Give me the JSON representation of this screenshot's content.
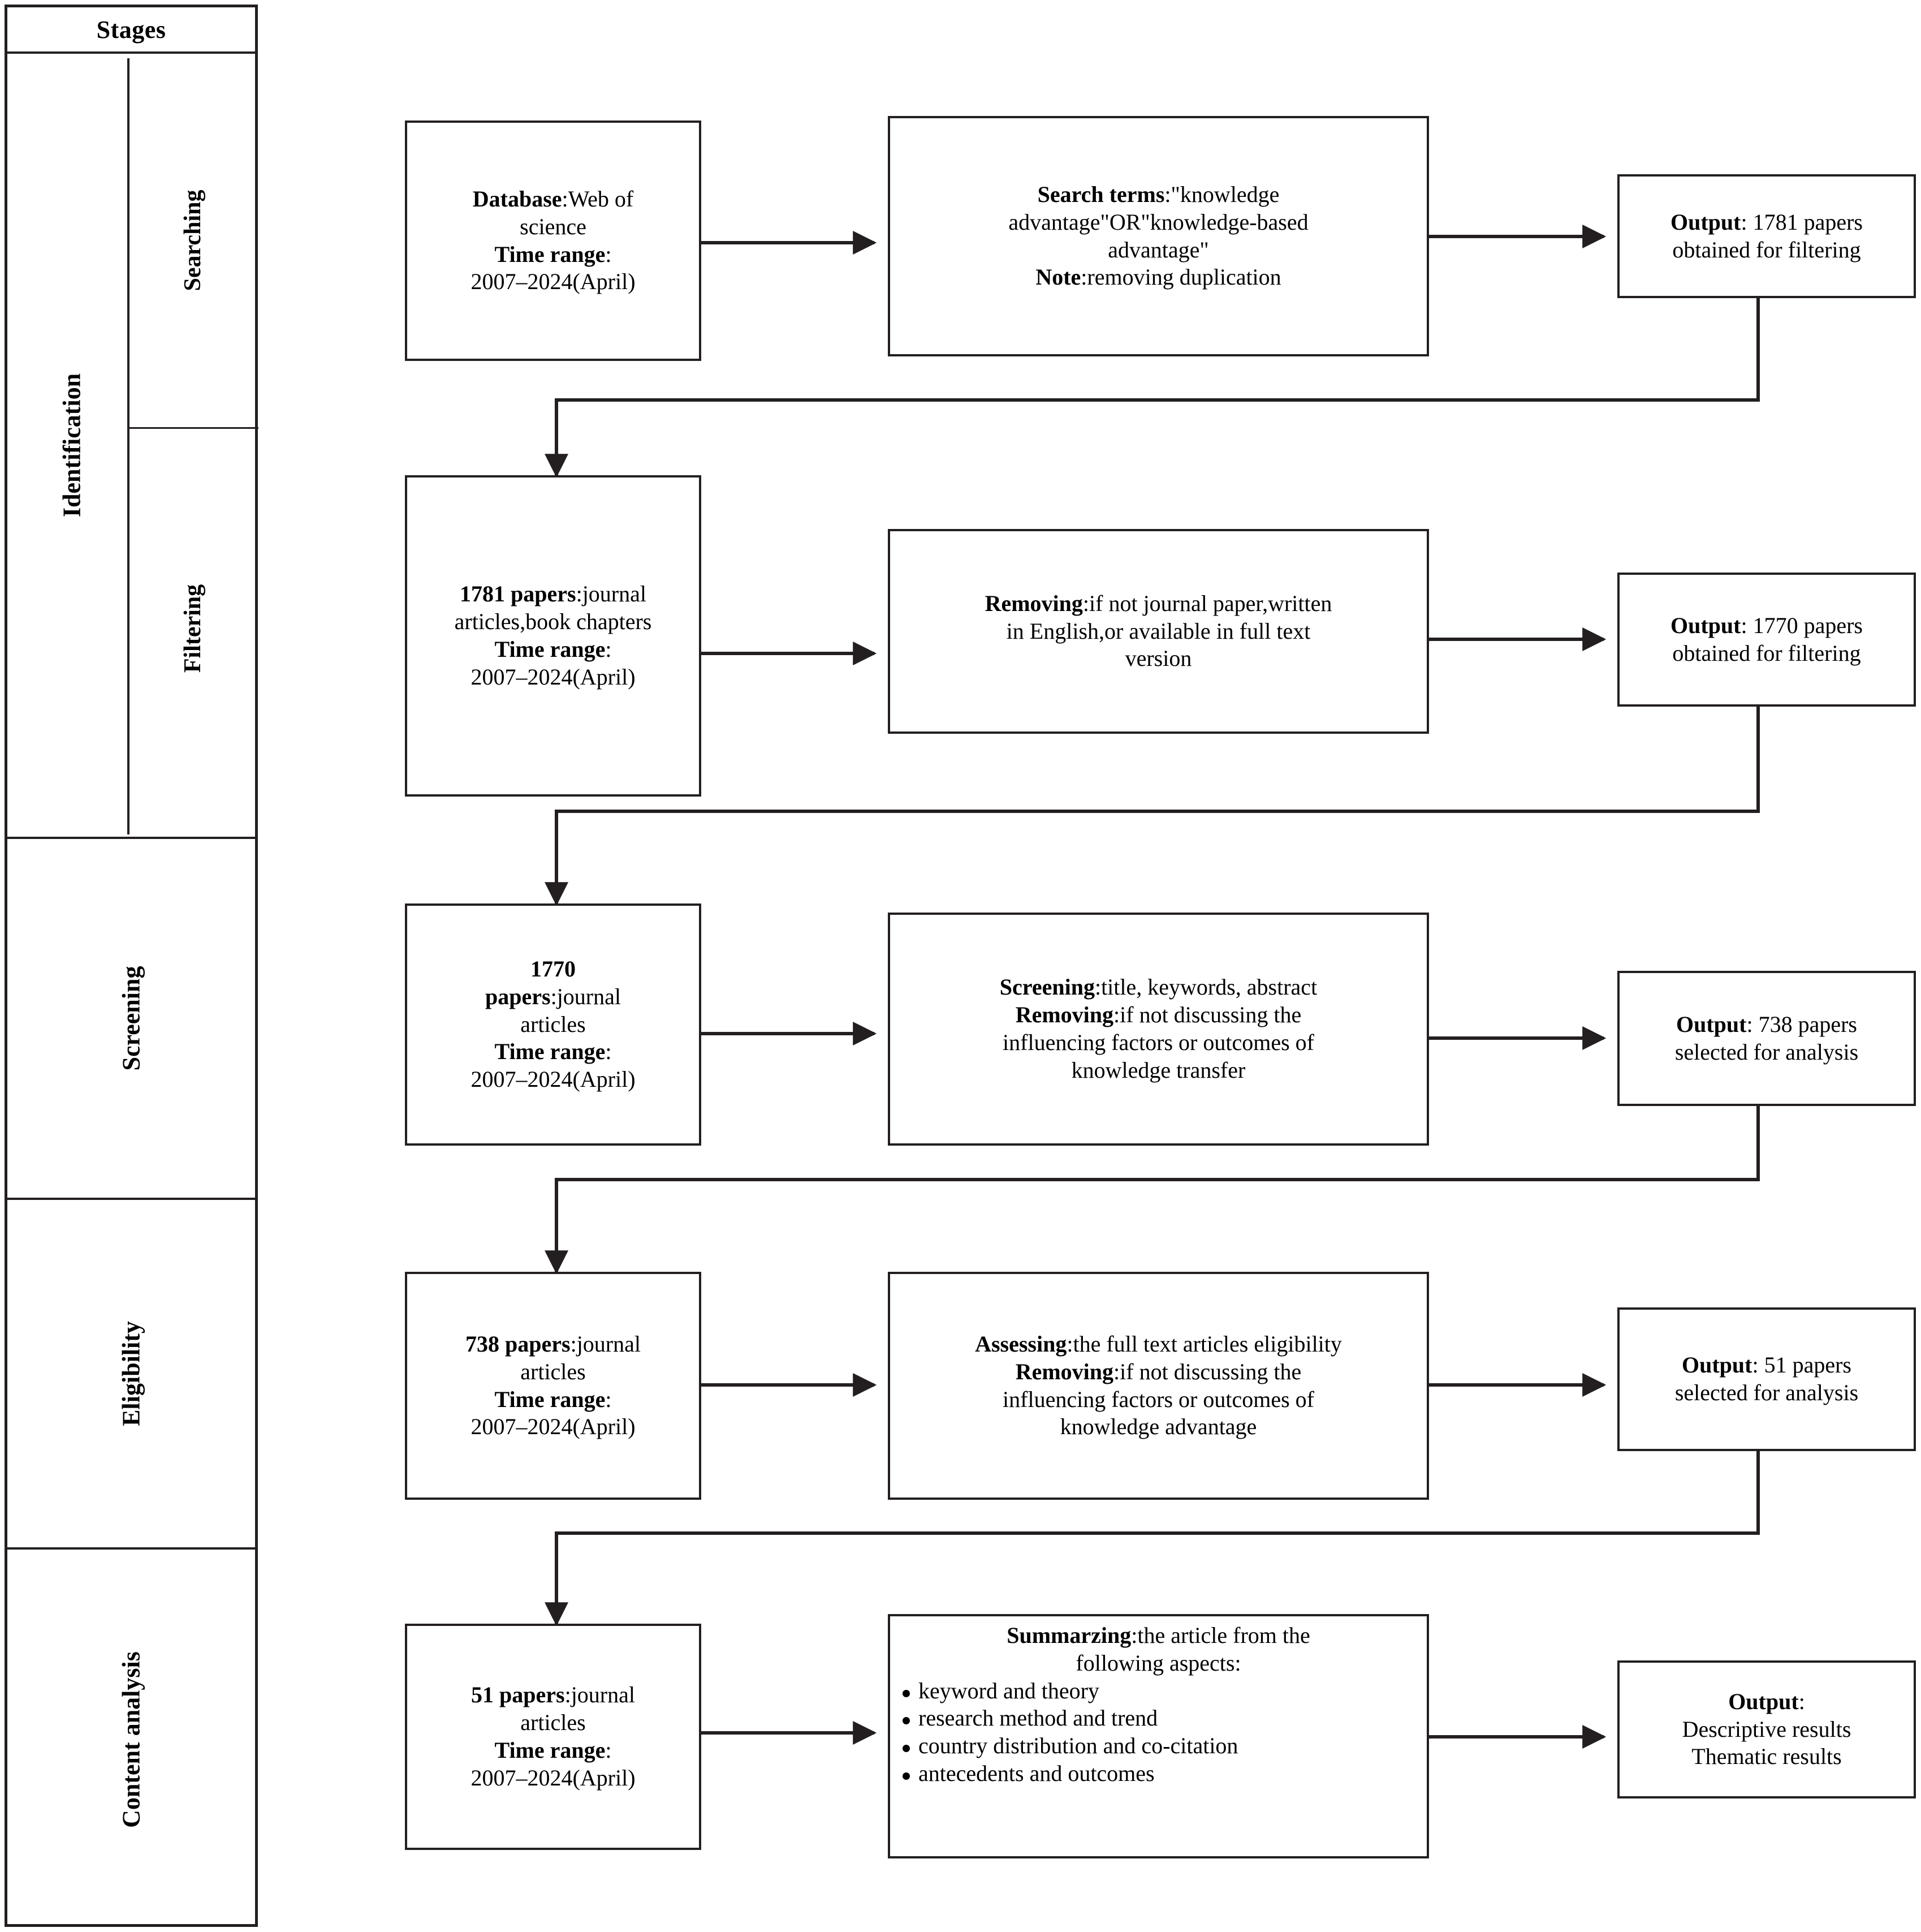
{
  "stages_panel": {
    "header": "Stages",
    "rows": [
      {
        "label": "Identification",
        "substages": [
          "Searching",
          "Filtering"
        ]
      },
      {
        "label": "Screening",
        "substages": []
      },
      {
        "label": "Eligibility",
        "substages": []
      },
      {
        "label": "Content analysis",
        "substages": []
      }
    ]
  },
  "flow": {
    "searching": {
      "source": {
        "lines": [
          {
            "bold": "Database",
            "rest": ":Web of"
          },
          {
            "bold": "",
            "rest": "science"
          },
          {
            "bold": "Time range",
            "rest": ":"
          },
          {
            "bold": "",
            "rest": "2007–2024(April)"
          }
        ]
      },
      "process": {
        "lines": [
          {
            "bold": "Search terms",
            "rest": ":\"knowledge"
          },
          {
            "bold": "",
            "rest": "advantage\"OR\"knowledge-based"
          },
          {
            "bold": "",
            "rest": "advantage\""
          },
          {
            "bold": "Note",
            "rest": ":removing duplication"
          }
        ]
      },
      "output": {
        "lines": [
          {
            "bold": "Output",
            "rest": ": 1781 papers"
          },
          {
            "bold": "",
            "rest": "obtained for filtering"
          }
        ]
      }
    },
    "filtering": {
      "source": {
        "lines": [
          {
            "bold": "1781 papers",
            "rest": ":journal"
          },
          {
            "bold": "",
            "rest": "articles,book chapters"
          },
          {
            "bold": "Time range",
            "rest": ":"
          },
          {
            "bold": "",
            "rest": "2007–2024(April)"
          }
        ]
      },
      "process": {
        "lines": [
          {
            "bold": "Removing",
            "rest": ":if not journal paper,written"
          },
          {
            "bold": "",
            "rest": "in English,or available in full text"
          },
          {
            "bold": "",
            "rest": "version"
          }
        ]
      },
      "output": {
        "lines": [
          {
            "bold": "Output",
            "rest": ": 1770 papers"
          },
          {
            "bold": "",
            "rest": "obtained for filtering"
          }
        ]
      }
    },
    "screening": {
      "source": {
        "lines": [
          {
            "bold": "1770",
            "rest": ""
          },
          {
            "bold": "papers",
            "rest": ":journal"
          },
          {
            "bold": "",
            "rest": "articles"
          },
          {
            "bold": "Time range",
            "rest": ":"
          },
          {
            "bold": "",
            "rest": "2007–2024(April)"
          }
        ]
      },
      "process": {
        "lines": [
          {
            "bold": "Screening",
            "rest": ":title, keywords, abstract"
          },
          {
            "bold": "Removing",
            "rest": ":if not discussing the"
          },
          {
            "bold": "",
            "rest": "influencing factors or outcomes of"
          },
          {
            "bold": "",
            "rest": "knowledge transfer"
          }
        ]
      },
      "output": {
        "lines": [
          {
            "bold": "Output",
            "rest": ": 738 papers"
          },
          {
            "bold": "",
            "rest": "selected for analysis"
          }
        ]
      }
    },
    "eligibility": {
      "source": {
        "lines": [
          {
            "bold": "738 papers",
            "rest": ":journal"
          },
          {
            "bold": "",
            "rest": "articles"
          },
          {
            "bold": "Time range",
            "rest": ":"
          },
          {
            "bold": "",
            "rest": "2007–2024(April)"
          }
        ]
      },
      "process": {
        "lines": [
          {
            "bold": "Assessing",
            "rest": ":the full text articles eligibility"
          },
          {
            "bold": "Removing",
            "rest": ":if not discussing the"
          },
          {
            "bold": "",
            "rest": "influencing factors or outcomes of"
          },
          {
            "bold": "",
            "rest": "knowledge advantage"
          }
        ]
      },
      "output": {
        "lines": [
          {
            "bold": "Output",
            "rest": ": 51 papers"
          },
          {
            "bold": "",
            "rest": "selected for analysis"
          }
        ]
      }
    },
    "content_analysis": {
      "source": {
        "lines": [
          {
            "bold": "51 papers",
            "rest": ":journal"
          },
          {
            "bold": "",
            "rest": "articles"
          },
          {
            "bold": "Time range",
            "rest": ":"
          },
          {
            "bold": "",
            "rest": "2007–2024(April)"
          }
        ]
      },
      "process": {
        "lines": [
          {
            "bold": "Summarzing",
            "rest": ":the article from the"
          },
          {
            "bold": "",
            "rest": "following aspects:"
          }
        ],
        "bullets": [
          "keyword and theory",
          "research method and trend",
          "country distribution and co-citation",
          "antecedents and outcomes"
        ]
      },
      "output": {
        "lines": [
          {
            "bold": "Output",
            "rest": ":"
          },
          {
            "bold": "",
            "rest": "Descriptive results"
          },
          {
            "bold": "",
            "rest": "Thematic results"
          }
        ]
      }
    }
  },
  "colors": {
    "stroke": "#231f20",
    "text": "#000000",
    "background": "#ffffff"
  }
}
